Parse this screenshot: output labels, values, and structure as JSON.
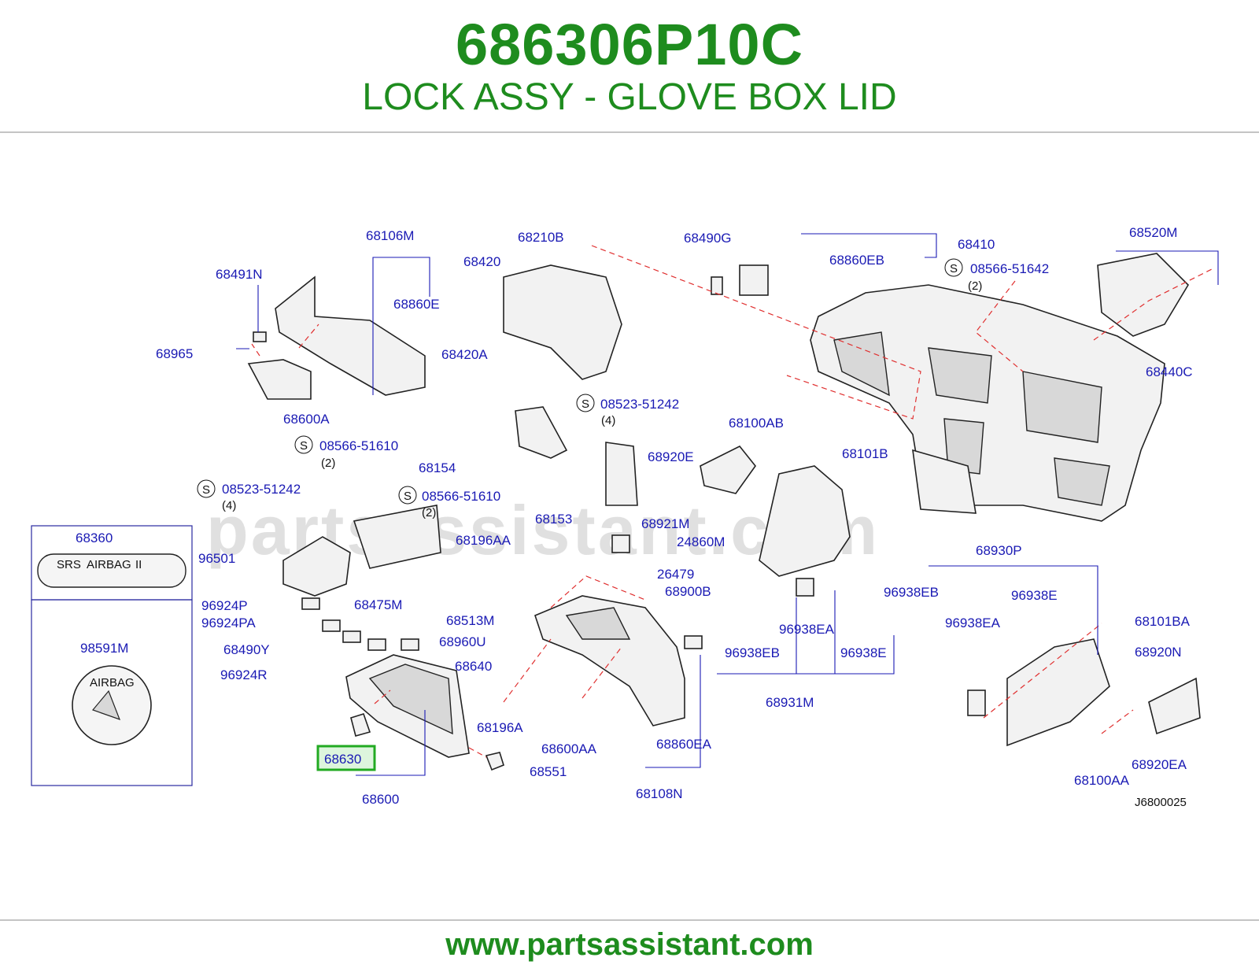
{
  "header": {
    "part_number": "686306P10C",
    "part_name": "LOCK ASSY - GLOVE BOX LID"
  },
  "diagram": {
    "ref_code": "J6800025",
    "watermark": "partsassistant.com",
    "highlight_color": "#22aa22",
    "label_color": "#1a1ab4",
    "callouts": [
      "68106M",
      "68491N",
      "68860E",
      "68965",
      "68600A",
      "68210B",
      "68420",
      "68420A",
      "68490G",
      "68860EB",
      "68410",
      "08566-51642",
      "68520M",
      "68440C",
      "08523-51242",
      "68100AB",
      "68101B",
      "68154",
      "08566-51610",
      "68920E",
      "68153",
      "68921M",
      "08523-51242",
      "68360",
      "96501",
      "08566-51610",
      "68196AA",
      "24860M",
      "26479",
      "68475M",
      "68900B",
      "68513M",
      "96924P",
      "96924PA",
      "68490Y",
      "68960U",
      "96924R",
      "68640",
      "98591M",
      "68196A",
      "68600AA",
      "68860EA",
      "68630",
      "68551",
      "68600",
      "68108N",
      "68930P",
      "96938EB",
      "96938E",
      "96938EA",
      "68101BA",
      "68920N",
      "96938EA",
      "96938EB",
      "96938E",
      "68931M",
      "68100AA",
      "68920EA"
    ],
    "highlighted": "68630",
    "quantities": [
      "(2)",
      "(4)",
      "(2)",
      "(4)",
      "(2)"
    ],
    "screw_symbol": "S",
    "label_srs": "SRS",
    "label_airbag_plate": "AIRBAG",
    "label_ii": "II",
    "label_airbag_emblem": "AIRBAG"
  },
  "footer": {
    "url": "www.partsassistant.com"
  }
}
